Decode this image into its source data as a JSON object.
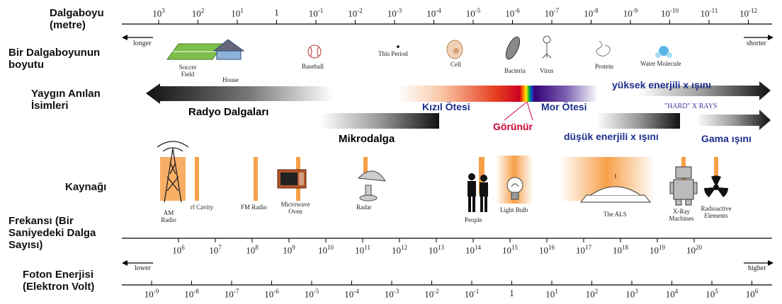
{
  "labels": {
    "wavelength": "Dalgaboyu (metre)",
    "size": "Bir Dalgaboyunun boyutu",
    "names": "Yaygın Anılan İsimleri",
    "source": "Kaynağı",
    "frequency": "Frekansı (Bir Saniyedeki Dalga Sayısı)",
    "energy": "Foton Enerjisi (Elektron Volt)"
  },
  "wavelength_ticks": [
    {
      "base": "10",
      "exp": "3"
    },
    {
      "base": "10",
      "exp": "2"
    },
    {
      "base": "10",
      "exp": "1"
    },
    {
      "base": "1",
      "exp": ""
    },
    {
      "base": "10",
      "exp": "-1"
    },
    {
      "base": "10",
      "exp": "-2"
    },
    {
      "base": "10",
      "exp": "-3"
    },
    {
      "base": "10",
      "exp": "-4"
    },
    {
      "base": "10",
      "exp": "-5"
    },
    {
      "base": "10",
      "exp": "-6"
    },
    {
      "base": "10",
      "exp": "-7"
    },
    {
      "base": "10",
      "exp": "-8"
    },
    {
      "base": "10",
      "exp": "-9"
    },
    {
      "base": "10",
      "exp": "-10"
    },
    {
      "base": "10",
      "exp": "-11"
    },
    {
      "base": "10",
      "exp": "-12"
    }
  ],
  "frequency_ticks": [
    {
      "base": "10",
      "exp": "6"
    },
    {
      "base": "10",
      "exp": "7"
    },
    {
      "base": "10",
      "exp": "8"
    },
    {
      "base": "10",
      "exp": "9"
    },
    {
      "base": "10",
      "exp": "10"
    },
    {
      "base": "10",
      "exp": "11"
    },
    {
      "base": "10",
      "exp": "12"
    },
    {
      "base": "10",
      "exp": "13"
    },
    {
      "base": "10",
      "exp": "14"
    },
    {
      "base": "10",
      "exp": "15"
    },
    {
      "base": "10",
      "exp": "16"
    },
    {
      "base": "10",
      "exp": "17"
    },
    {
      "base": "10",
      "exp": "18"
    },
    {
      "base": "10",
      "exp": "19"
    },
    {
      "base": "10",
      "exp": "20"
    }
  ],
  "energy_ticks": [
    {
      "base": "10",
      "exp": "-9"
    },
    {
      "base": "10",
      "exp": "-8"
    },
    {
      "base": "10",
      "exp": "-7"
    },
    {
      "base": "10",
      "exp": "-6"
    },
    {
      "base": "10",
      "exp": "-5"
    },
    {
      "base": "10",
      "exp": "-4"
    },
    {
      "base": "10",
      "exp": "-3"
    },
    {
      "base": "10",
      "exp": "-2"
    },
    {
      "base": "10",
      "exp": "-1"
    },
    {
      "base": "1",
      "exp": ""
    },
    {
      "base": "10",
      "exp": "1"
    },
    {
      "base": "10",
      "exp": "2"
    },
    {
      "base": "10",
      "exp": "3"
    },
    {
      "base": "10",
      "exp": "4"
    },
    {
      "base": "10",
      "exp": "5"
    },
    {
      "base": "10",
      "exp": "6"
    }
  ],
  "arrows": {
    "longer": "longer",
    "shorter": "shorter",
    "lower": "lower",
    "higher": "higher"
  },
  "size_objects": {
    "soccer": "Soccer Field",
    "house": "House",
    "baseball": "Baseball",
    "period": "This Period",
    "cell": "Cell",
    "bacteria": "Bacteria",
    "virus": "Virus",
    "protein": "Protein",
    "water": "Water Molecule"
  },
  "regions": {
    "radio": "Radyo Dalgaları",
    "micro": "Mikrodalga",
    "infrared": "Kızıl Ötesi",
    "uv": "Mor Ötesi",
    "visible": "Görünür",
    "soft_x": "düşük enerjili x ışını",
    "hard_x": "yüksek enerjili x ışını",
    "hard_x_en": "\"HARD\" X RAYS",
    "gamma": "Gama ışını"
  },
  "sources": {
    "am": "AM Radio",
    "rf": "rf Cavity",
    "fm": "FM Radio",
    "microwave": "Microwave Oven",
    "radar": "Radar",
    "people": "People",
    "bulb": "Light Bulb",
    "als": "The ALS",
    "xray": "X-Ray Machines",
    "radio_el": "Radioactive Elements"
  },
  "colors": {
    "orange": "#f7a04a",
    "blue_text": "#1c2e8c",
    "visible_red": "#cc0033"
  }
}
